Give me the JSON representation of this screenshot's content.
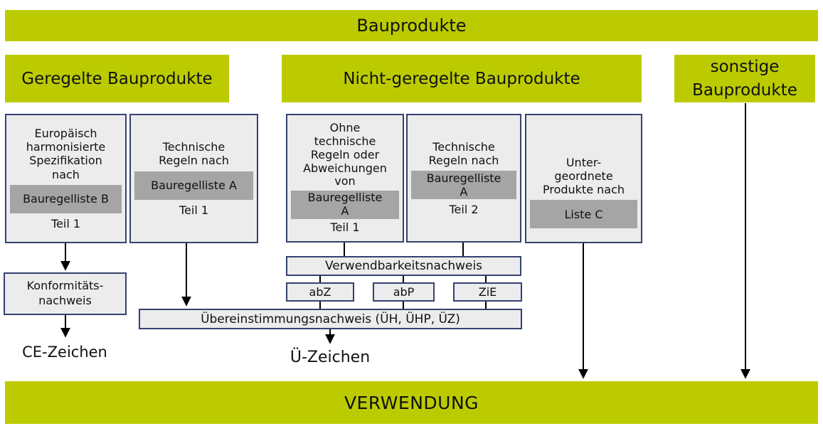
{
  "colors": {
    "banner_green": "#bccb00",
    "box_fill": "#ececec",
    "box_border": "#35426f",
    "band_gray": "#a5a5a5",
    "text": "#111111",
    "arrow": "#000000"
  },
  "banners": {
    "top": "Bauprodukte",
    "bottom": "VERWENDUNG"
  },
  "category_headers": [
    {
      "label": "Geregelte Bauprodukte"
    },
    {
      "label": "Nicht-geregelte Bauprodukte"
    },
    {
      "label": "sonstige\nBauprodukte"
    }
  ],
  "product_boxes": [
    {
      "top_text": "Europäisch\nharmonisierte\nSpezifikation\nnach",
      "band_text": "Bauregelliste B",
      "bottom_text": "Teil 1"
    },
    {
      "top_text": "Technische\nRegeln nach",
      "band_text": "Bauregelliste A",
      "bottom_text": "Teil 1"
    },
    {
      "top_text": "Ohne\ntechnische\nRegeln oder\nAbweichungen\nvon",
      "band_text": "Bauregelliste\nA",
      "bottom_text": "Teil 1"
    },
    {
      "top_text": "Technische\nRegeln nach",
      "band_text": "Bauregelliste\nA",
      "bottom_text": "Teil 2"
    },
    {
      "top_text": "Unter-\ngeordnete\nProdukte nach",
      "band_text": "Liste C"
    }
  ],
  "proof_nodes": {
    "konformitaetsnachweis": "Konformitäts-\nnachweis",
    "ce_zeichen": "CE-Zeichen",
    "verwendbarkeitsnachweis": "Verwendbarkeitsnachweis",
    "abz": "abZ",
    "abp": "abP",
    "zie": "ZiE",
    "uebereinstimmungsnachweis": "Übereinstimmungsnachweis (ÜH, ÜHP, ÜZ)",
    "ue_zeichen": "Ü-Zeichen"
  }
}
